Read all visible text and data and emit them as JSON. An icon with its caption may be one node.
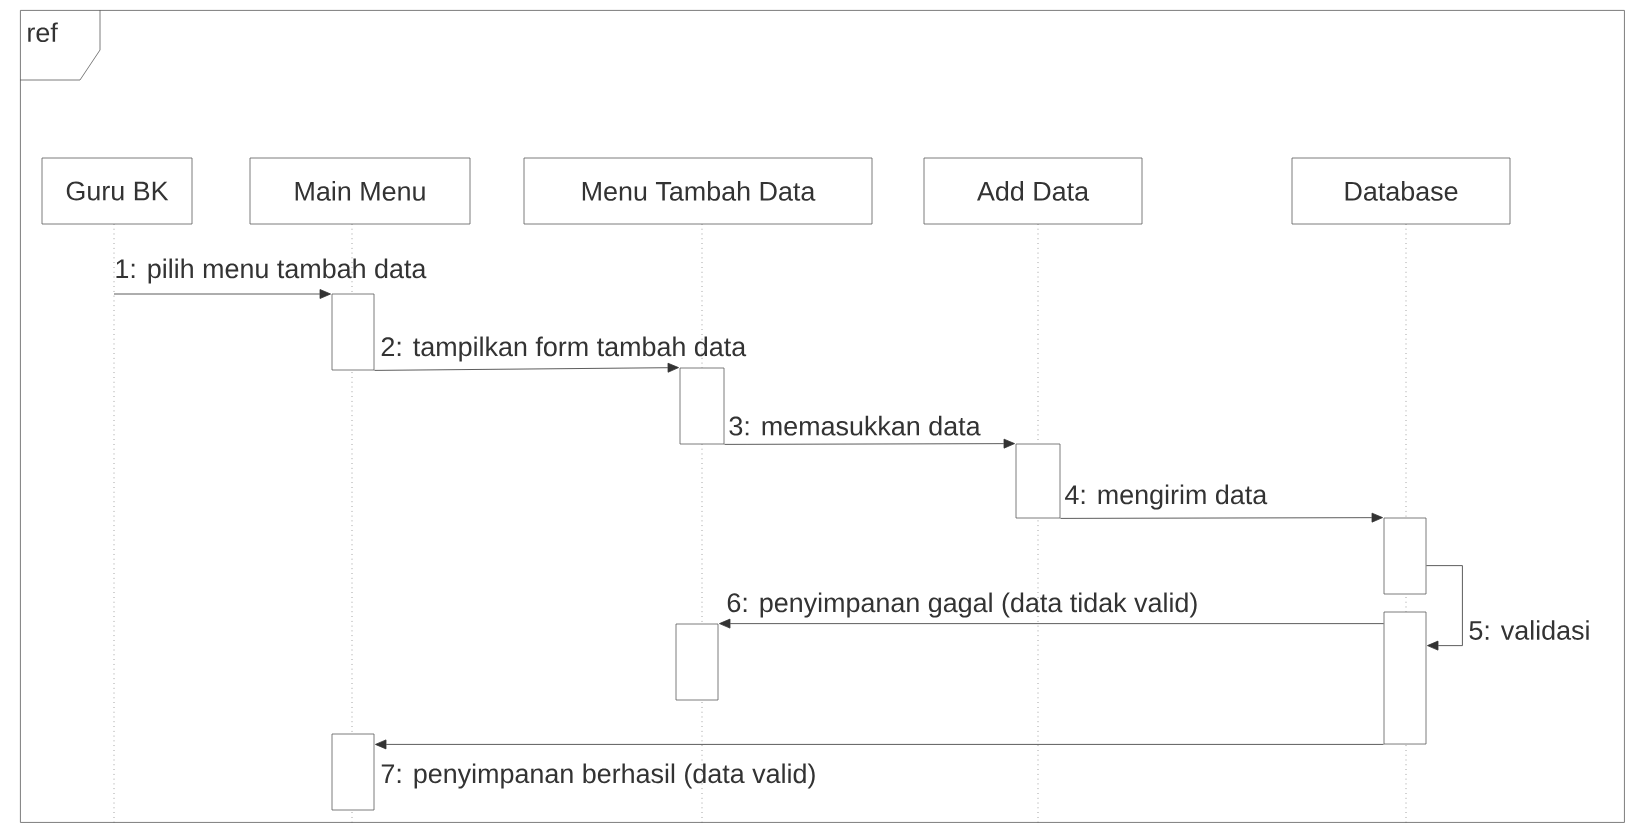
{
  "diagram": {
    "nodes": [
      {
        "text": [
          "ref"
        ]
      },
      {
        "text": [
          "Guru BK"
        ],
        "in": 0
      },
      {
        "text": [
          "Main Menu"
        ],
        "in": 0
      },
      {
        "text": [
          "Menu Tambah Data"
        ],
        "in": 0
      },
      {
        "text": [
          "Add Data"
        ],
        "in": 0
      },
      {
        "text": [
          "Database"
        ],
        "in": 0
      },
      {
        "text": [],
        "shape": "bar",
        "in": 0
      },
      {
        "text": [],
        "shape": "bar",
        "in": 0
      },
      {
        "text": [],
        "shape": "bar",
        "in": 0
      },
      {
        "text": [],
        "shape": "bar",
        "in": 0
      },
      {
        "text": [],
        "shape": "bar",
        "in": 0
      },
      {
        "text": [],
        "shape": "bar",
        "in": 0
      },
      {
        "text": [],
        "shape": "bar",
        "in": 0
      }
    ],
    "edges": [
      {
        "from": null,
        "to": 6,
        "arrow": "to",
        "label": "1: pilih menu tambah data"
      },
      {
        "from": 6,
        "to": 7,
        "arrow": "to",
        "label": "2: tampilkan form tambah data"
      },
      {
        "from": 7,
        "to": 8,
        "arrow": "to",
        "label": "3: memasukkan data"
      },
      {
        "from": 8,
        "to": 9,
        "arrow": "to",
        "label": "4: mengirim data"
      },
      {
        "from": 9,
        "to": 10,
        "arrow": "to",
        "label": "5: validasi"
      },
      {
        "from": 10,
        "to": 11,
        "arrow": "to",
        "label": "6: penyimpanan gagal (data tidak valid)"
      },
      {
        "from": 10,
        "to": 12,
        "arrow": "to",
        "label": "7: penyimpanan berhasil (data valid)"
      }
    ]
  }
}
